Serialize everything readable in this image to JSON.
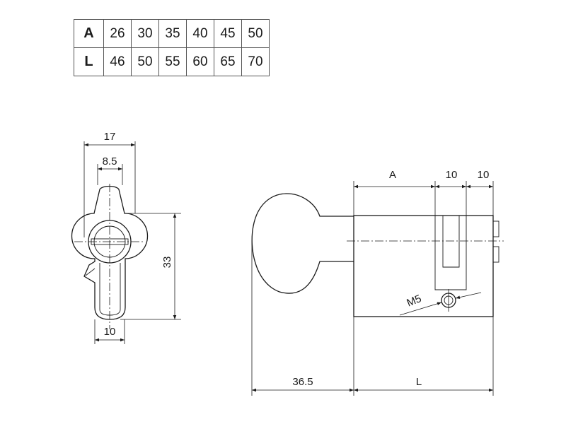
{
  "table": {
    "rows": [
      {
        "header": "A",
        "values": [
          "26",
          "30",
          "35",
          "40",
          "45",
          "50"
        ]
      },
      {
        "header": "L",
        "values": [
          "46",
          "50",
          "55",
          "60",
          "65",
          "70"
        ]
      }
    ]
  },
  "side_view": {
    "dim_width": "17",
    "dim_cam": "8.5",
    "dim_height": "33",
    "dim_bottom": "10"
  },
  "front_view": {
    "dim_a": "A",
    "dim_10a": "10",
    "dim_10b": "10",
    "dim_thread": "M5",
    "dim_knob": "36.5",
    "dim_length": "L"
  }
}
